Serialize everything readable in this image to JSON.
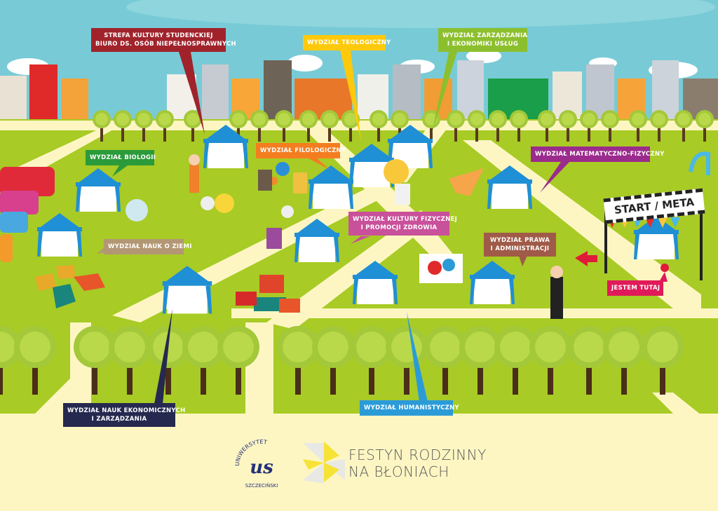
{
  "labels": {
    "strefa": {
      "line1": "Strefa Kultury Studenckiej",
      "line2": "Biuro ds. Osób Niepełnosprawnych",
      "color": "#a0232c"
    },
    "teologiczny": {
      "line1": "Wydział Teologiczny",
      "color": "#fdc90a"
    },
    "zarzadzania": {
      "line1": "Wydział Zarządzania",
      "line2": "i Ekonomiki Usług",
      "color": "#8cbf2e"
    },
    "biologii": {
      "line1": "Wydział Biologii",
      "color": "#2a9a3a"
    },
    "filologiczny": {
      "line1": "Wydział Filologiczny",
      "color": "#f47d20"
    },
    "matfiz": {
      "line1": "Wydział Matematyczno-Fizyczny",
      "color": "#9b2b8c"
    },
    "nauk_o_ziemi": {
      "line1": "Wydział Nauk o Ziemi",
      "color": "#b39774"
    },
    "kultury_fizycznej": {
      "line1": "Wydział Kultury Fizycznej",
      "line2": "i Promocji Zdrowia",
      "color": "#c9509a"
    },
    "prawa": {
      "line1": "Wydział Prawa",
      "line2": "i Administracji",
      "color": "#a05a48"
    },
    "jestem_tutaj": {
      "line1": "Jestem tutaj",
      "color": "#e01a5a"
    },
    "ekonomicznych": {
      "line1": "Wydział Nauk Ekonomicznych",
      "line2": "i Zarządzania",
      "color": "#25294f"
    },
    "humanistyczny": {
      "line1": "Wydział Humanistyczny",
      "color": "#2b9bd8"
    }
  },
  "start_banner": "START / META",
  "footer": {
    "university_logo": "Uniwersytet Szczeciński",
    "event_line1": "FESTYN RODZINNY",
    "event_line2": "NA BŁONIACH"
  }
}
